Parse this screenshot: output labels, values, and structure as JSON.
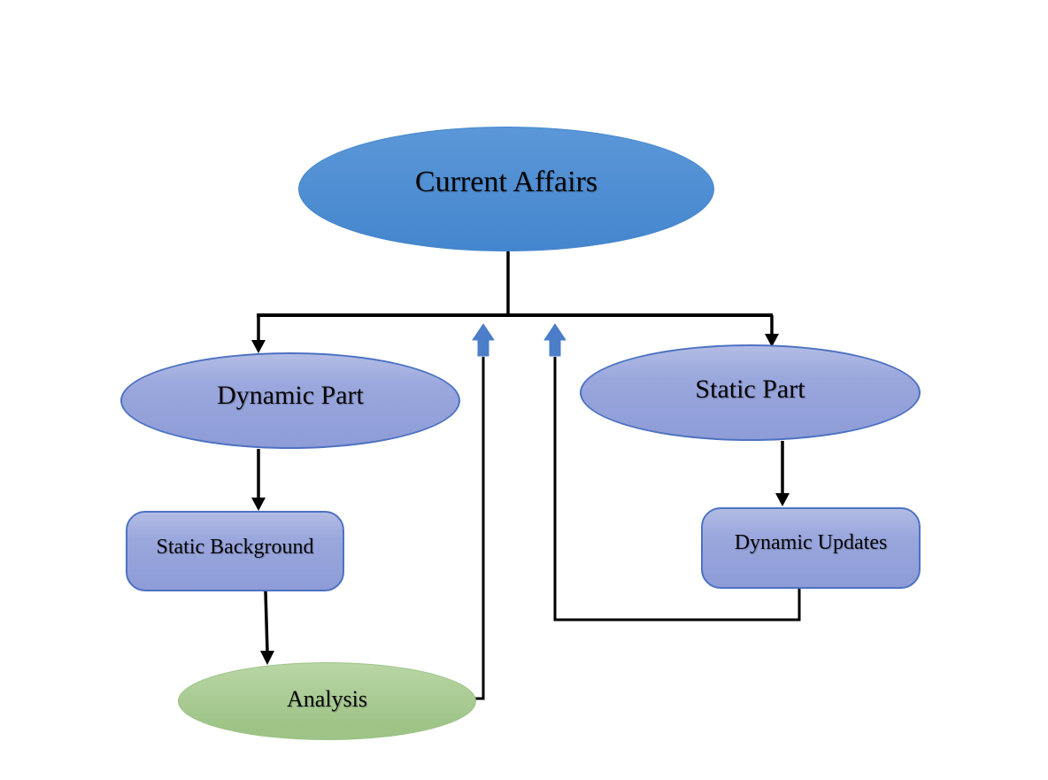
{
  "diagram": {
    "title": "Current Affairs structure flowchart",
    "nodes": {
      "current_affairs": {
        "label": "Current Affairs",
        "shape": "ellipse",
        "fill": "#4a8bd2"
      },
      "dynamic_part": {
        "label": "Dynamic Part",
        "shape": "ellipse",
        "fill": "#9aa7dd"
      },
      "static_part": {
        "label": "Static Part",
        "shape": "ellipse",
        "fill": "#9aa7dd"
      },
      "static_background": {
        "label": "Static Background",
        "shape": "rounded-rectangle",
        "fill": "#9aa7dd"
      },
      "dynamic_updates": {
        "label": "Dynamic Updates",
        "shape": "rounded-rectangle",
        "fill": "#9aa7dd"
      },
      "analysis": {
        "label": "Analysis",
        "shape": "ellipse",
        "fill": "#a6ca90"
      }
    },
    "edges": [
      {
        "from": "current_affairs",
        "to": "dynamic_part",
        "style": "black-arrow"
      },
      {
        "from": "current_affairs",
        "to": "static_part",
        "style": "black-arrow"
      },
      {
        "from": "dynamic_part",
        "to": "static_background",
        "style": "black-arrow"
      },
      {
        "from": "static_background",
        "to": "analysis",
        "style": "black-arrow"
      },
      {
        "from": "static_part",
        "to": "dynamic_updates",
        "style": "black-arrow"
      },
      {
        "from": "analysis",
        "to": "branch-line",
        "style": "line-with-blue-block-up-arrow"
      },
      {
        "from": "dynamic_updates",
        "to": "branch-line",
        "style": "line-with-blue-block-up-arrow"
      }
    ],
    "icons": [
      "up-block-arrow-left",
      "up-block-arrow-right"
    ],
    "colors": {
      "primary_ellipse_top": "#5b97d8",
      "primary_ellipse_bottom": "#4486cd",
      "secondary_fill_top": "#b2bce4",
      "secondary_fill_mid": "#9aa7dd",
      "secondary_fill_bottom": "#8e9cd7",
      "secondary_border": "#4d72c2",
      "analysis_fill_top": "#b9d6a5",
      "analysis_fill_bottom": "#9dc386",
      "block_arrow": "#4b7dc8",
      "connector": "#000000",
      "background": "#ffffff",
      "text": "#050505"
    }
  }
}
